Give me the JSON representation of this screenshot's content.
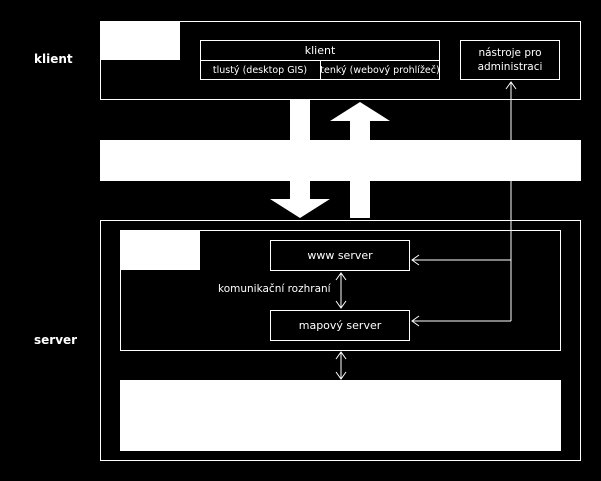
{
  "labels": {
    "klient_side": "klient",
    "server_side": "server"
  },
  "client_box": {
    "title": "klient",
    "thick": "tlustý (desktop GIS)",
    "thin": "tenký (webový prohlížeč)",
    "admin_tools": "nástroje pro administraci"
  },
  "server_box": {
    "www": "www server",
    "map": "mapový server",
    "interface": "komunikační rozhraní"
  },
  "colors": {
    "background": "#000000",
    "foreground": "#ffffff"
  }
}
